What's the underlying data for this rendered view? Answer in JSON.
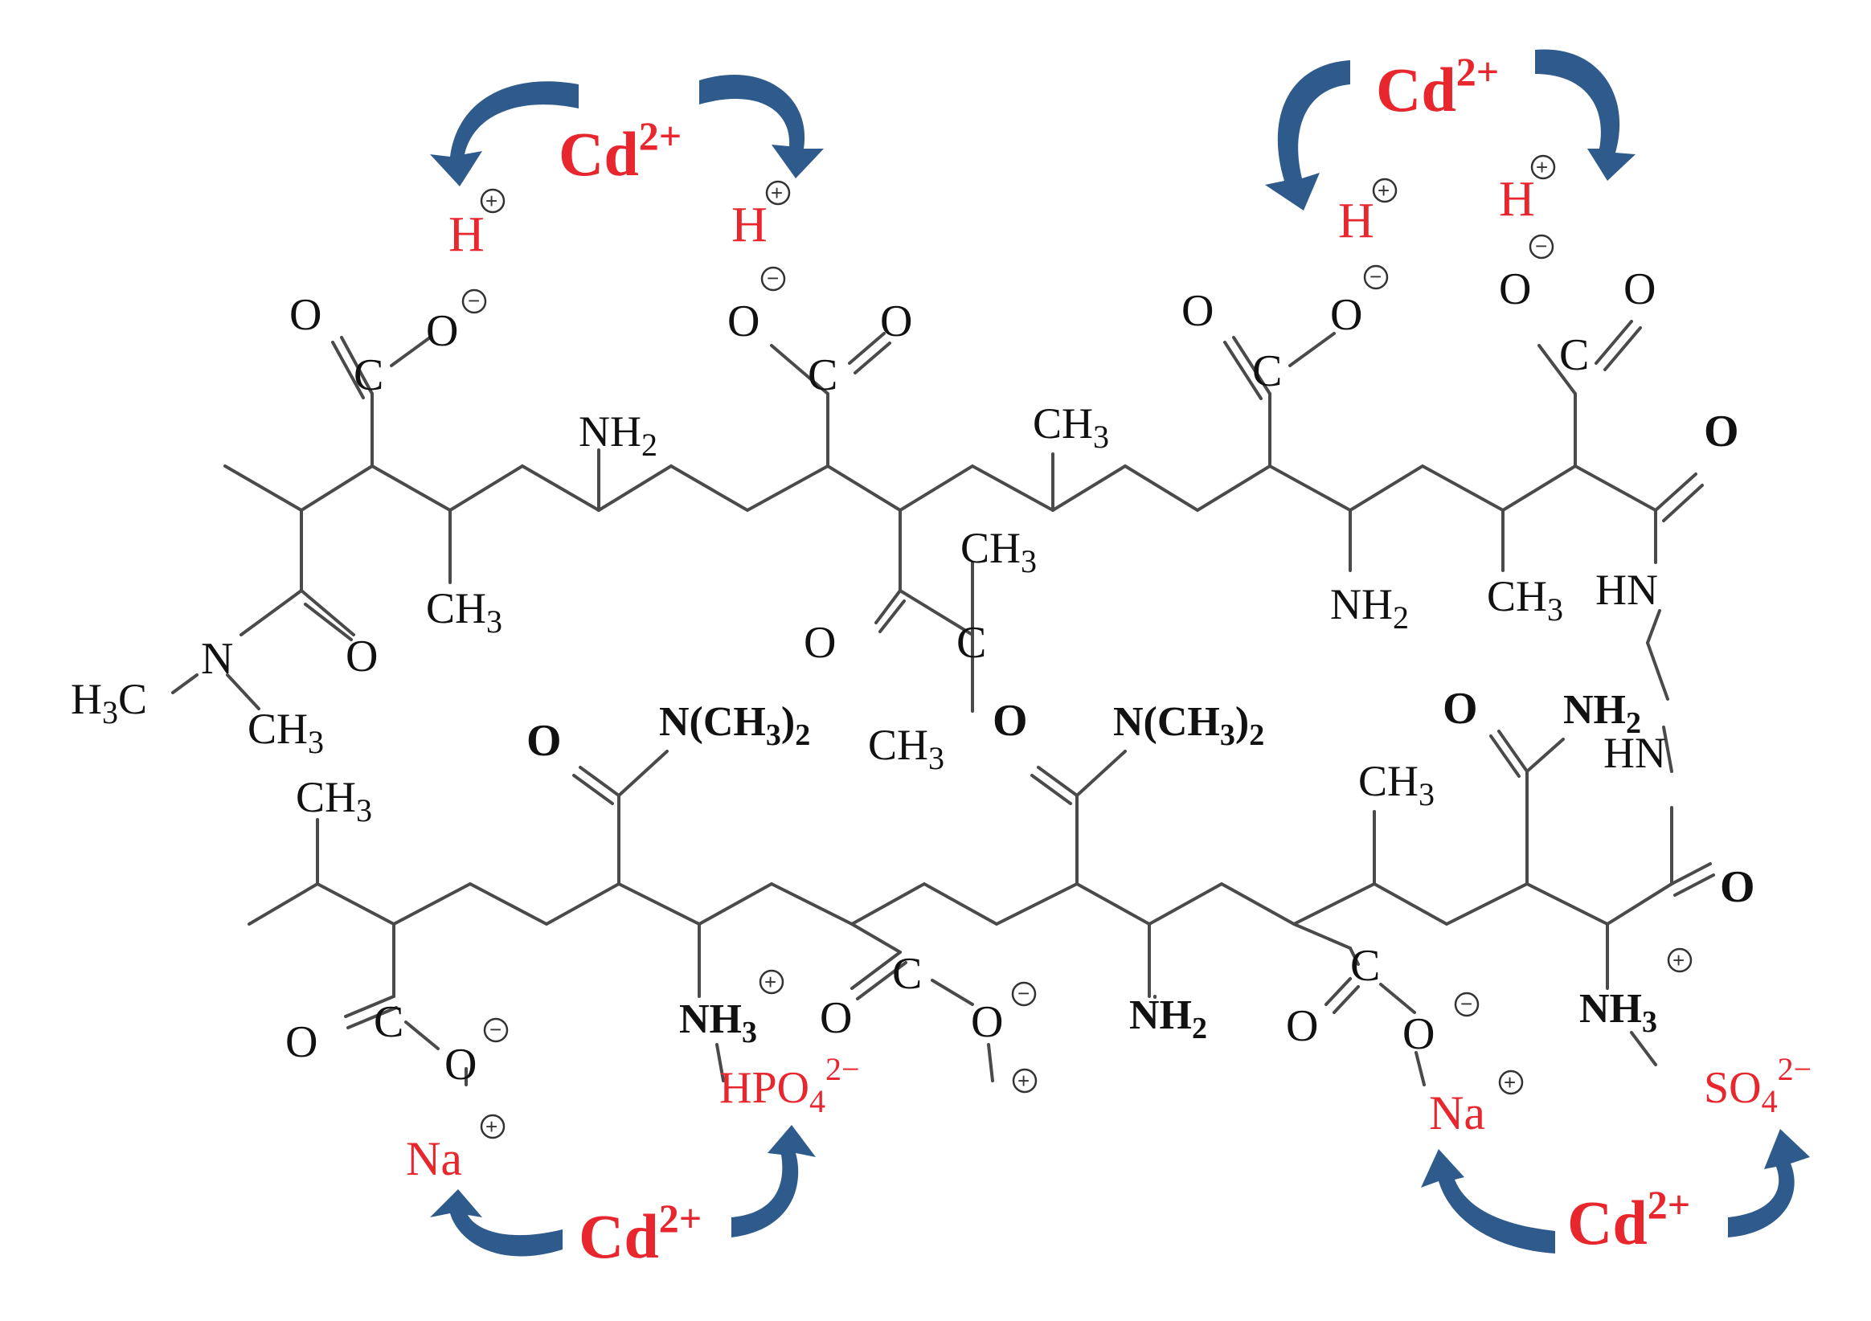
{
  "colors": {
    "ion_red": "#e8262d",
    "arrow_blue": "#2e5a8c",
    "bond_gray": "#4a4a4a",
    "text_black": "#111111"
  },
  "ions": {
    "cd": "Cd",
    "cd_charge": "2+",
    "h": "H",
    "na": "Na",
    "hpo4": "HPO",
    "sulfate": "SO",
    "sub4": "4",
    "dianion": "2−"
  },
  "groups": {
    "nh2": "NH",
    "nh3": "NH",
    "sub2": "2",
    "sub3": "3",
    "ch3": "CH",
    "h3c": "H",
    "h3c_tail": "C",
    "n_me2": "N(CH",
    "n_me2_tail": ")",
    "hn": "HN",
    "n": "N",
    "o": "O",
    "c": "C"
  },
  "charges": {
    "plus": "+",
    "minus": "−"
  },
  "icons": [
    "curved-arrow-icon",
    "plus-charge-icon",
    "minus-charge-icon"
  ]
}
